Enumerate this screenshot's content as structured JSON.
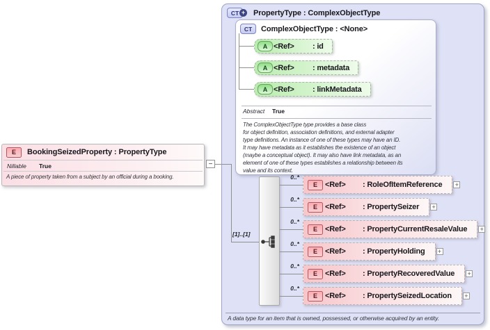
{
  "diagram": {
    "entity": {
      "icon": "E",
      "title": "BookingSeizedProperty : PropertyType",
      "facets": [
        {
          "label": "Nillable",
          "value": "True"
        }
      ],
      "description": "A piece of property taken from a subject by an official during a booking."
    },
    "connector": {
      "collapse_glyph": "−",
      "cardinality": "[1]..[1]"
    },
    "type_box": {
      "icon": "CT",
      "derived_glyph": "+",
      "title": "PropertyType : ComplexObjectType",
      "footer": "A data type for an item that is owned, possessed, or otherwise acquired by an entity.",
      "base_type": {
        "icon": "CT",
        "title": "ComplexObjectType : <None>",
        "attributes": [
          {
            "icon": "A",
            "ref": "<Ref>",
            "name": ": id"
          },
          {
            "icon": "A",
            "ref": "<Ref>",
            "name": ": metadata"
          },
          {
            "icon": "A",
            "ref": "<Ref>",
            "name": ": linkMetadata"
          }
        ],
        "facets": [
          {
            "label": "Abstract",
            "value": "True"
          }
        ],
        "description_lines": [
          "The ComplexObjectType type provides a base class",
          "for object definition, association definitions, and external adapter",
          "type definitions. An instance of one of these types may have an ID.",
          "It may have metadata as it establishes the existence of an object",
          "(maybe a conceptual object). It may also have link metadata, as an",
          "element of one of these types establishes a relationship between its",
          "value and its context."
        ]
      },
      "sequence": {
        "elements": [
          {
            "icon": "E",
            "occurs": "0..*",
            "ref": "<Ref>",
            "name": ": RoleOfItemReference",
            "expand_glyph": "+"
          },
          {
            "icon": "E",
            "occurs": "0..*",
            "ref": "<Ref>",
            "name": ": PropertySeizer",
            "expand_glyph": "+"
          },
          {
            "icon": "E",
            "occurs": "0..*",
            "ref": "<Ref>",
            "name": ": PropertyCurrentResaleValue",
            "expand_glyph": "+"
          },
          {
            "icon": "E",
            "occurs": "0..*",
            "ref": "<Ref>",
            "name": ": PropertyHolding",
            "expand_glyph": "+"
          },
          {
            "icon": "E",
            "occurs": "0..*",
            "ref": "<Ref>",
            "name": ": PropertyRecoveredValue",
            "expand_glyph": "+"
          },
          {
            "icon": "E",
            "occurs": "0..*",
            "ref": "<Ref>",
            "name": ": PropertySeizedLocation",
            "expand_glyph": "+"
          }
        ]
      }
    }
  }
}
